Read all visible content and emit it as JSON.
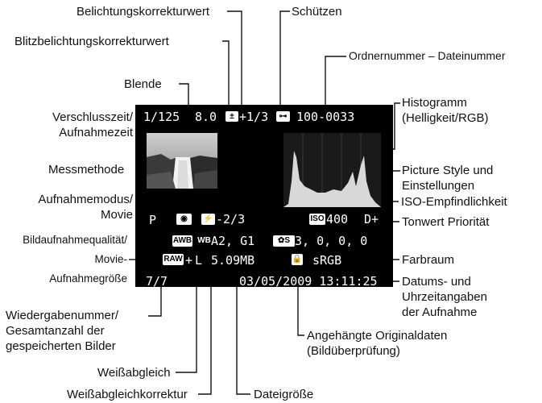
{
  "screen": {
    "shutter": "1/125",
    "aperture": "8.0",
    "exposure_comp": "+1/3",
    "file_number": "100-0033",
    "shooting_mode": "P",
    "flash_comp": "-2/3",
    "iso": "400",
    "tone_priority": "D+",
    "wb_correction": "A2, G1",
    "picture_style": "3, 0, 0, 0",
    "quality": "L",
    "file_size": "5.09MB",
    "color_space": "sRGB",
    "playback_count": "7/7",
    "datetime": "03/05/2009 13:11:25",
    "awb_icon": "AWB",
    "raw_icon": "RAW",
    "iso_icon": "ISO",
    "wb_icon": "WB"
  },
  "labels": {
    "belichtungskorrektur": "Belichtungskorrekturwert",
    "schuetzen": "Schützen",
    "blitzbelichtung": "Blitzbelichtungskorrekturwert",
    "ordnernummer": "Ordnernummer – Dateinummer",
    "blende": "Blende",
    "verschlusszeit_1": "Verschlusszeit/",
    "verschlusszeit_2": "Aufnahmezeit",
    "histogramm_1": "Histogramm",
    "histogramm_2": "(Helligkeit/RGB)",
    "messmethode": "Messmethode",
    "picture_style_1": "Picture Style und",
    "picture_style_2": "Einstellungen",
    "aufnahmemodus_1": "Aufnahmemodus/",
    "aufnahmemodus_2": "Movie",
    "iso": "ISO-Empfindlichkeit",
    "tonwert": "Tonwert Priorität",
    "bildqualitaet_1": "Bildaufnahmequalität/",
    "bildqualitaet_2": "Movie-",
    "bildqualitaet_3": "Aufnahmegröße",
    "farbraum": "Farbraum",
    "datum_1": "Datums- und",
    "datum_2": "Uhrzeitangaben",
    "datum_3": "der Aufnahme",
    "wiedergabe_1": "Wiedergabenummer/",
    "wiedergabe_2": "Gesamtanzahl der",
    "wiedergabe_3": "gespeicherten Bilder",
    "originaldaten_1": "Angehängte Originaldaten",
    "originaldaten_2": "(Bildüberprüfung)",
    "weissabgleich": "Weißabgleich",
    "weissabgleichkorrektur": "Weißabgleichkorrektur",
    "dateigroesse": "Dateigröße"
  },
  "colors": {
    "screen_bg": "#000000",
    "screen_text": "#ffffff",
    "line": "#111111"
  },
  "icons": [
    "exposure-comp-icon",
    "protect-key-icon",
    "metering-icon",
    "flash-comp-icon",
    "iso-icon",
    "wb-shift-icon",
    "awb-icon",
    "picture-style-icon",
    "raw-icon",
    "lock-icon"
  ]
}
